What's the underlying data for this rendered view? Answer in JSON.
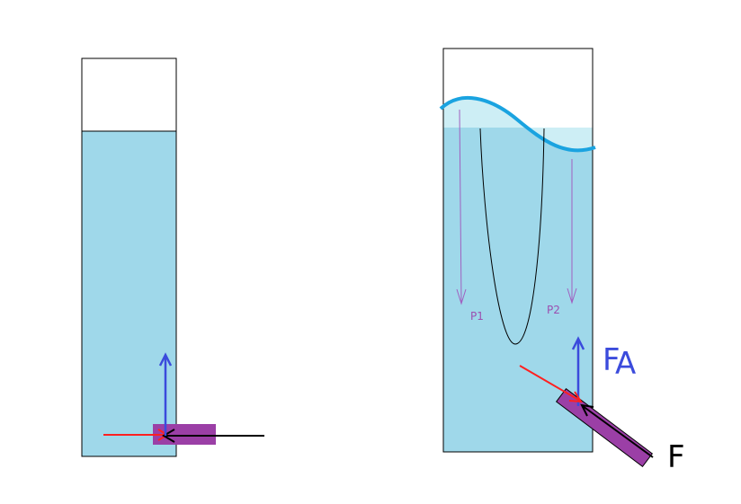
{
  "colors": {
    "water": "#9fd8ea",
    "water_light": "#cdeef5",
    "wave": "#1aa3e0",
    "outline": "#000000",
    "block": "#9b3fa6",
    "arrow_red": "#ff2020",
    "arrow_blue": "#3b4bdc",
    "arrow_black": "#000000",
    "pressure_arrow": "#a060c0"
  },
  "labels": {
    "p1": "P1",
    "p2": "P2",
    "fa_main": "F",
    "fa_sub": "A",
    "f": "F"
  }
}
